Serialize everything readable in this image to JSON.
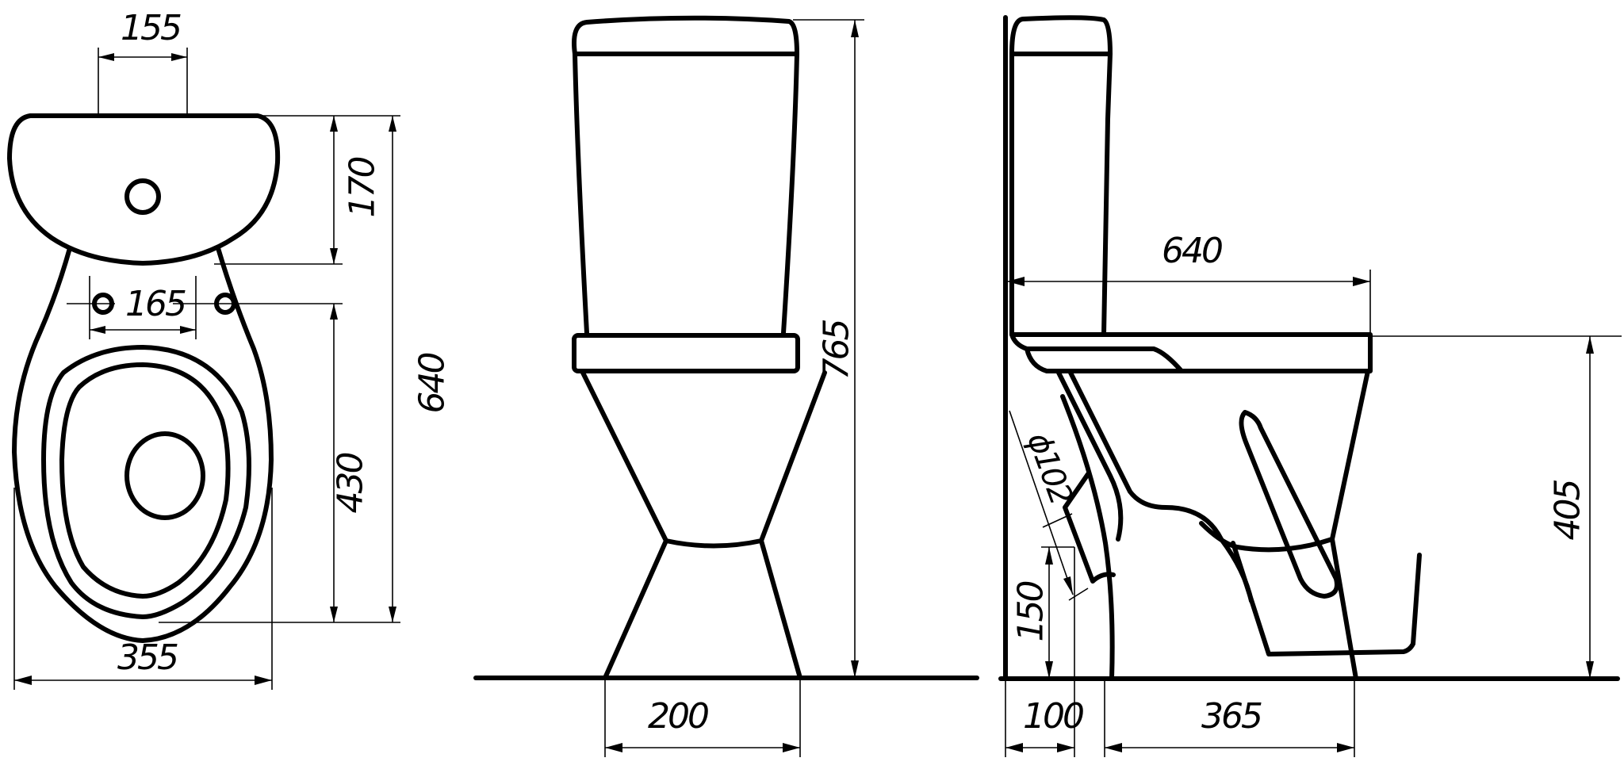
{
  "drawing": {
    "subject": "toilet (close-coupled WC with cistern)",
    "units": "mm",
    "views": {
      "top": {
        "label": "top view",
        "dimensions": {
          "cistern_outlet_spacing": "155",
          "cistern_depth": "170",
          "mounting_holes_spacing": "165",
          "bowl_length": "430",
          "overall_length": "640",
          "bowl_width": "355"
        }
      },
      "front": {
        "label": "front view",
        "dimensions": {
          "overall_height": "765",
          "base_width": "200"
        }
      },
      "side": {
        "label": "side view",
        "dimensions": {
          "overall_depth": "640",
          "seat_height": "405",
          "outlet_diameter": "ϕ102",
          "outlet_height": "150",
          "outlet_offset_from_wall": "100",
          "base_length": "365"
        }
      }
    },
    "colors": {
      "line": "#000000",
      "background": "#ffffff"
    }
  }
}
